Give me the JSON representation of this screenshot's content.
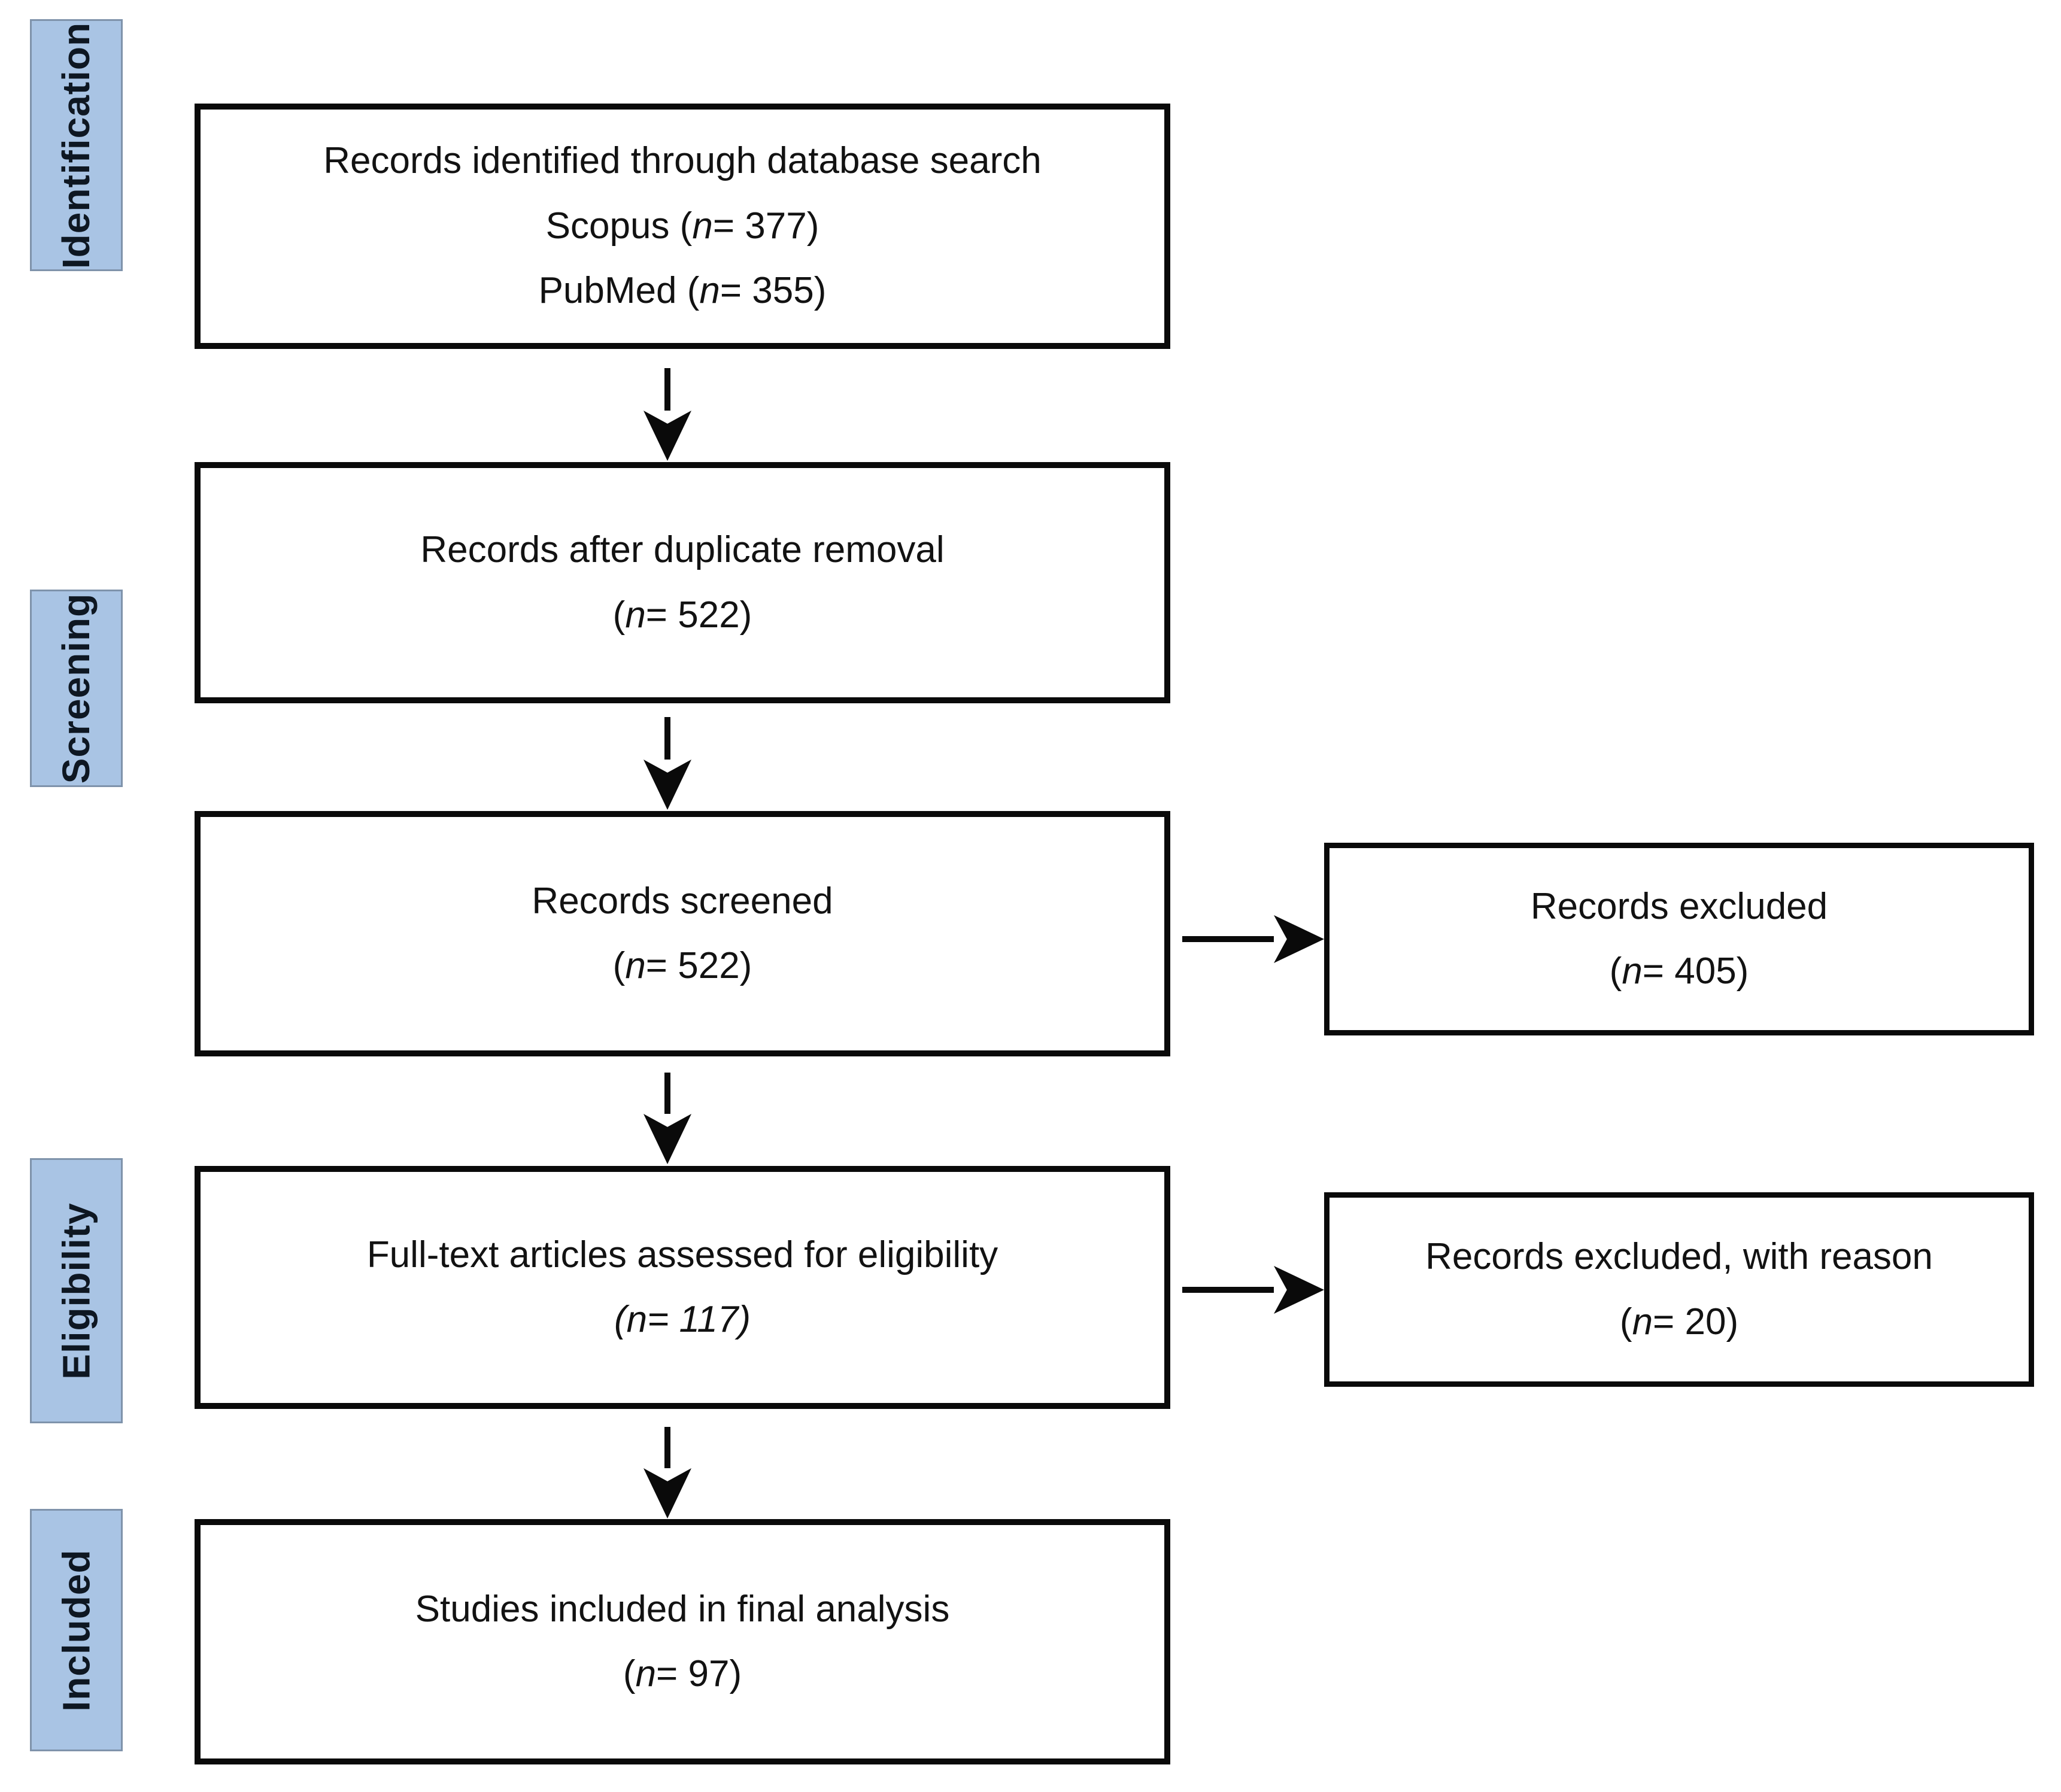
{
  "colors": {
    "stage_fill": "#a9c4e4",
    "stage_border": "#7f93ab",
    "box_border": "#0a0a0a",
    "text": "#121212"
  },
  "sidebar": {
    "labels": [
      {
        "text": "Identification"
      },
      {
        "text": "Screening"
      },
      {
        "text": "Eligibility"
      },
      {
        "text": "Included"
      }
    ]
  },
  "flow": {
    "boxes": [
      {
        "name": "records-identified",
        "line1": "Records identified through database search",
        "line2": {
          "pre": "Scopus (",
          "n": "n",
          "post": "= 377)"
        },
        "line3": {
          "pre": "PubMed (",
          "n": "n",
          "post": "= 355)"
        }
      },
      {
        "name": "duplicates-removed",
        "line1": "Records after duplicate removal",
        "line2": {
          "pre": "(",
          "n": "n",
          "post": "= 522)"
        }
      },
      {
        "name": "records-screened",
        "line1": "Records screened",
        "line2": {
          "pre": "(",
          "n": "n",
          "post": "= 522)"
        }
      },
      {
        "name": "fulltext-assessed",
        "line1": "Full-text articles assessed for eligibility",
        "line2": {
          "pre": "(",
          "n": "n",
          "post": "= 117)"
        }
      },
      {
        "name": "studies-included",
        "line1": "Studies included in final analysis",
        "line2": {
          "pre": "(",
          "n": "n",
          "post": "= 97)"
        }
      }
    ],
    "side_boxes": [
      {
        "name": "records-excluded",
        "line1": "Records excluded",
        "line2": {
          "pre": "(",
          "n": "n",
          "post": "= 405)"
        }
      },
      {
        "name": "records-excluded-with-reason",
        "line1": "Records excluded, with reason",
        "line2": {
          "pre": "(",
          "n": "n",
          "post": "= 20)"
        }
      }
    ]
  }
}
